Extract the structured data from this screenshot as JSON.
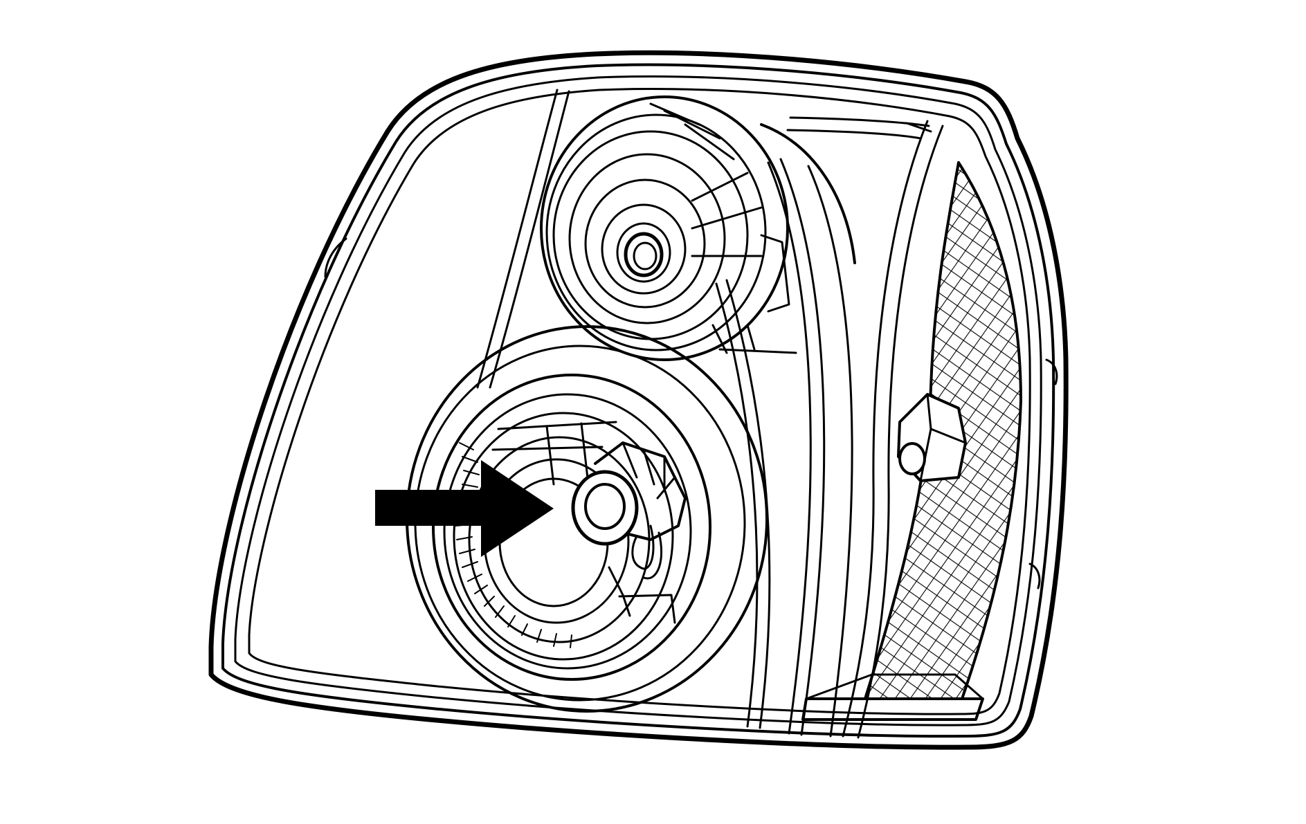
{
  "diagram": {
    "subject": "headlamp-assembly",
    "line_color": "#000000",
    "background_color": "#ffffff",
    "pointer": {
      "style": "solid-arrow",
      "direction": "right",
      "target": "low-beam-bulb-socket"
    },
    "parts": [
      "housing-outer-lens",
      "high-beam-reflector",
      "low-beam-reflector",
      "low-beam-bulb-socket",
      "side-marker-lens",
      "side-marker-bulb-socket"
    ]
  }
}
